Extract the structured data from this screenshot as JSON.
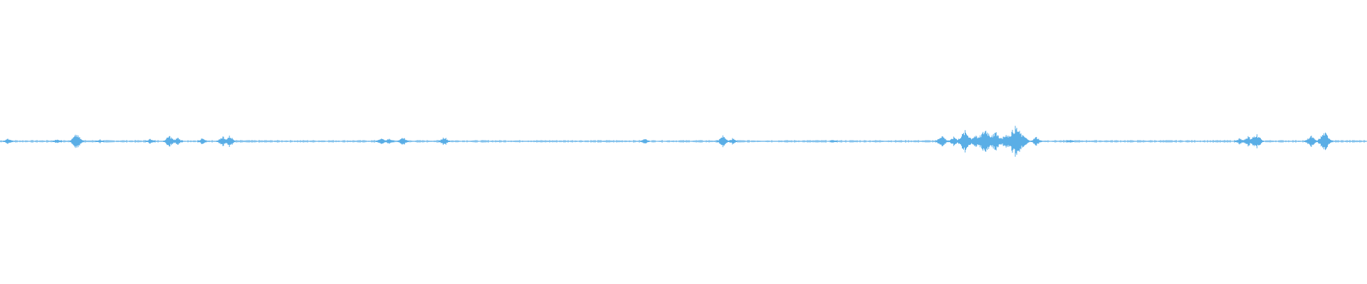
{
  "waveform": {
    "color": "#5aaee6",
    "bursts": [
      {
        "t": 0.006,
        "amp": 0.012
      },
      {
        "t": 0.042,
        "amp": 0.01
      },
      {
        "t": 0.056,
        "amp": 0.028
      },
      {
        "t": 0.073,
        "amp": 0.008
      },
      {
        "t": 0.11,
        "amp": 0.01
      },
      {
        "t": 0.124,
        "amp": 0.022
      },
      {
        "t": 0.13,
        "amp": 0.015
      },
      {
        "t": 0.148,
        "amp": 0.012
      },
      {
        "t": 0.163,
        "amp": 0.02
      },
      {
        "t": 0.168,
        "amp": 0.022
      },
      {
        "t": 0.279,
        "amp": 0.014
      },
      {
        "t": 0.285,
        "amp": 0.012
      },
      {
        "t": 0.295,
        "amp": 0.016
      },
      {
        "t": 0.325,
        "amp": 0.018
      },
      {
        "t": 0.472,
        "amp": 0.012
      },
      {
        "t": 0.529,
        "amp": 0.022
      },
      {
        "t": 0.536,
        "amp": 0.012
      },
      {
        "t": 0.61,
        "amp": 0.006
      },
      {
        "t": 0.689,
        "amp": 0.024
      },
      {
        "t": 0.698,
        "amp": 0.018
      },
      {
        "t": 0.706,
        "amp": 0.04
      },
      {
        "t": 0.714,
        "amp": 0.025
      },
      {
        "t": 0.721,
        "amp": 0.048
      },
      {
        "t": 0.728,
        "amp": 0.038
      },
      {
        "t": 0.736,
        "amp": 0.03
      },
      {
        "t": 0.743,
        "amp": 0.058
      },
      {
        "t": 0.749,
        "amp": 0.022
      },
      {
        "t": 0.758,
        "amp": 0.018
      },
      {
        "t": 0.783,
        "amp": 0.006
      },
      {
        "t": 0.907,
        "amp": 0.012
      },
      {
        "t": 0.913,
        "amp": 0.02
      },
      {
        "t": 0.919,
        "amp": 0.03
      },
      {
        "t": 0.959,
        "amp": 0.022
      },
      {
        "t": 0.969,
        "amp": 0.035
      }
    ]
  }
}
